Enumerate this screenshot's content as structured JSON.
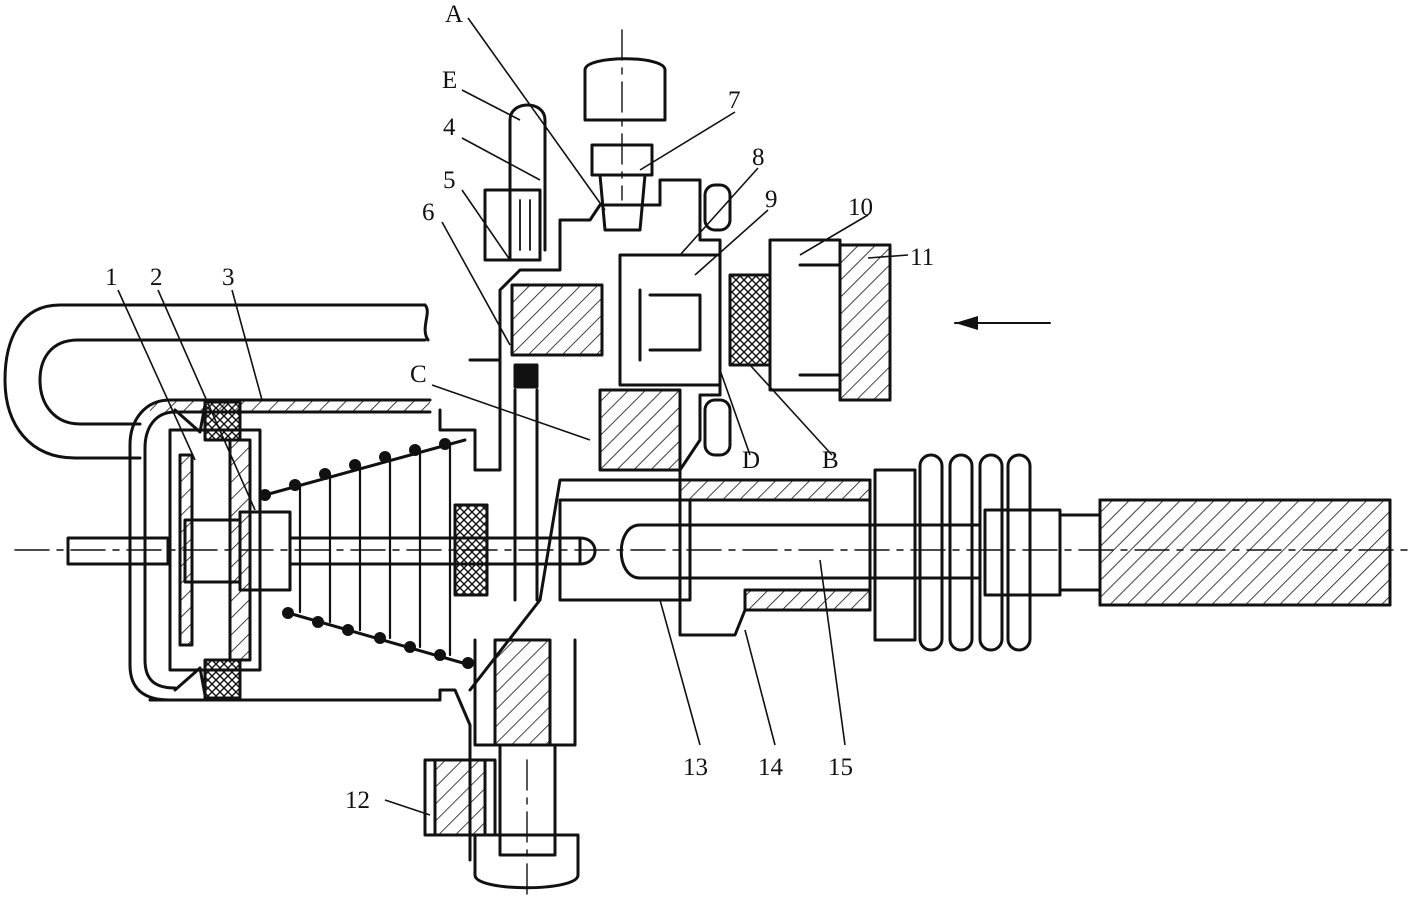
{
  "diagram": {
    "part_labels": [
      "1",
      "2",
      "3",
      "4",
      "5",
      "6",
      "7",
      "8",
      "9",
      "10",
      "11",
      "12",
      "13",
      "14",
      "15"
    ],
    "point_labels": [
      "A",
      "B",
      "C",
      "D",
      "E"
    ],
    "colors": {
      "line": "#111111",
      "background": "#ffffff",
      "hatch": "#111111"
    }
  }
}
